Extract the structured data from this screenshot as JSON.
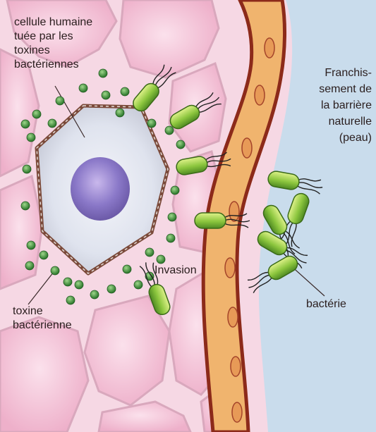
{
  "labels": {
    "dead_cell": [
      "cellule humaine",
      "tuée par les",
      "toxines",
      "bactériennes"
    ],
    "barrier": [
      "Franchis-",
      "sement de",
      "la barrière",
      "naturelle",
      "(peau)"
    ],
    "invasion": "Invasion",
    "toxin": [
      "toxine",
      "bactérienne"
    ],
    "bacterium": "bactérie"
  },
  "colors": {
    "background_left": "#f6d8e4",
    "cell_pink": "#f2b7cf",
    "dead_cell_fill": "#dfe3ee",
    "nucleus": "#8a78c8",
    "skin_band": "#f0b46e",
    "skin_outline": "#8c2a1a",
    "outside_blue": "#c9dcec",
    "bacterium_green": "#8cc63e",
    "toxin_green": "#3d8c3a"
  }
}
